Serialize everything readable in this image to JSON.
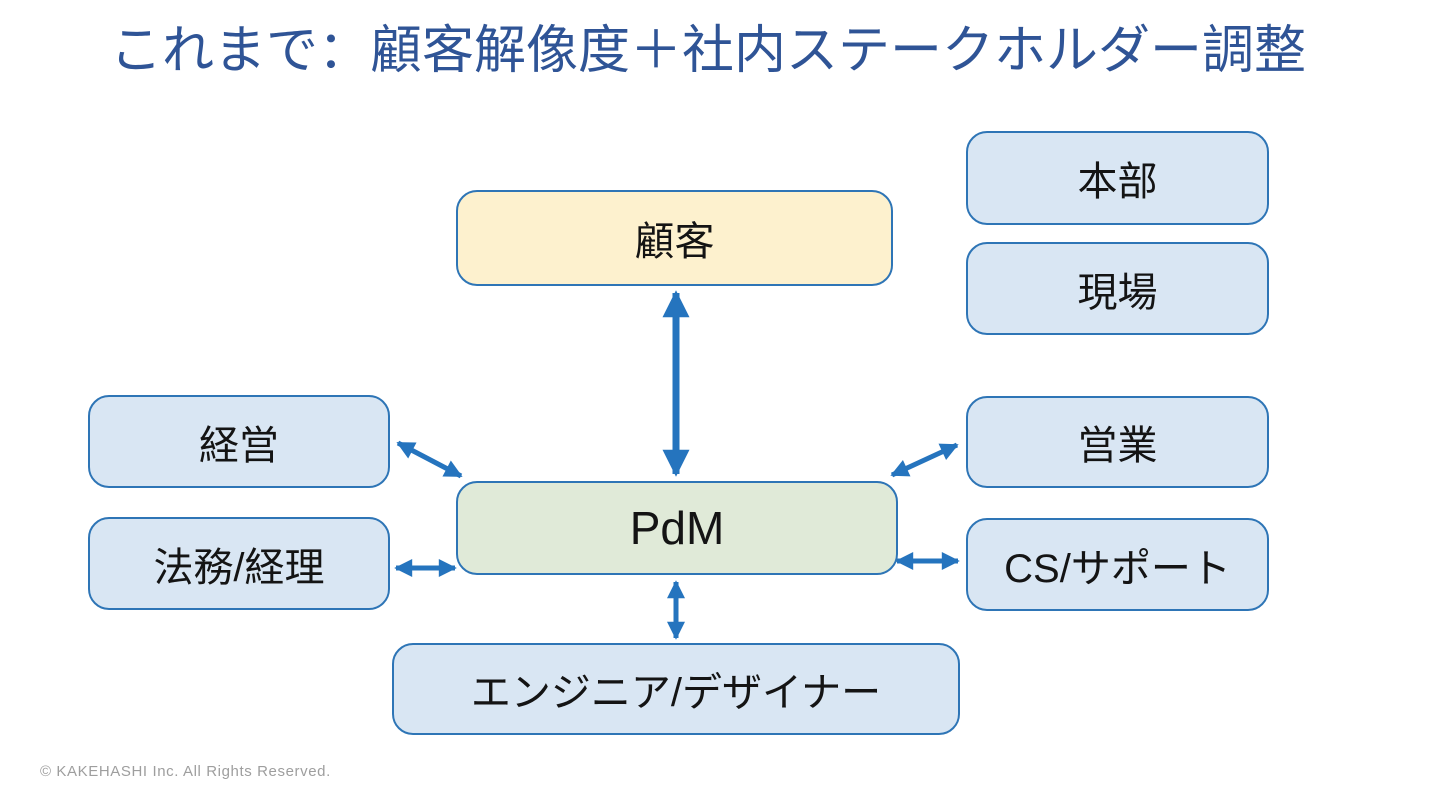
{
  "slide": {
    "title": "これまで：顧客解像度＋社内ステークホルダー調整",
    "footer": "© KAKEHASHI Inc. All Rights Reserved."
  },
  "colors": {
    "title_text": "#2F5496",
    "box_border": "#2E75B6",
    "arrow": "#2574BE",
    "customer_fill": "#FDF1CE",
    "pdm_fill": "#E0EAD8",
    "stakeholder_fill": "#D9E6F3",
    "label_text": "#141414",
    "footer_text": "#9E9E9E"
  },
  "diagram": {
    "nodes": [
      {
        "id": "customer",
        "label": "顧客"
      },
      {
        "id": "honbu",
        "label": "本部"
      },
      {
        "id": "genba",
        "label": "現場"
      },
      {
        "id": "keiei",
        "label": "経営"
      },
      {
        "id": "houmu-keiri",
        "label": "法務/経理"
      },
      {
        "id": "pdm",
        "label": "PdM"
      },
      {
        "id": "eigyo",
        "label": "営業"
      },
      {
        "id": "cs-support",
        "label": "CS/サポート"
      },
      {
        "id": "engineer-designer",
        "label": "エンジニア/デザイナー"
      }
    ],
    "edges": [
      {
        "from": "pdm",
        "to": "customer",
        "type": "double-arrow"
      },
      {
        "from": "pdm",
        "to": "keiei",
        "type": "double-arrow"
      },
      {
        "from": "pdm",
        "to": "houmu-keiri",
        "type": "double-arrow"
      },
      {
        "from": "pdm",
        "to": "eigyo",
        "type": "double-arrow"
      },
      {
        "from": "pdm",
        "to": "cs-support",
        "type": "double-arrow"
      },
      {
        "from": "pdm",
        "to": "engineer-designer",
        "type": "double-arrow"
      }
    ]
  }
}
